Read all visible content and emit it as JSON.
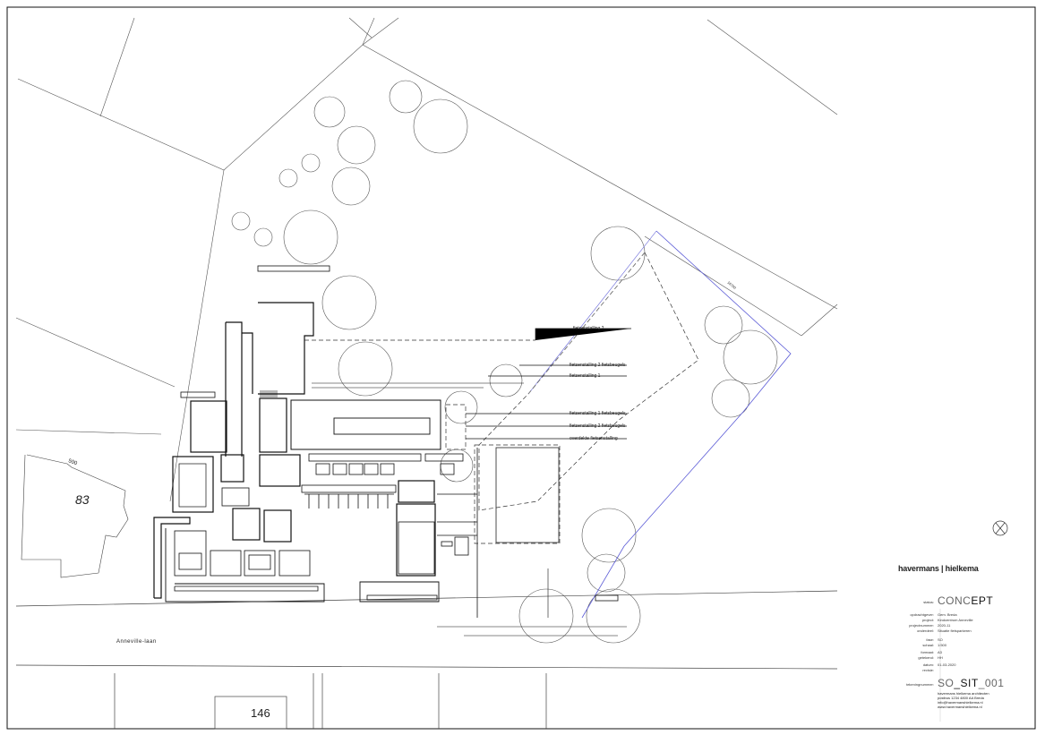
{
  "plan": {
    "lot_label_left": "83",
    "lot_label_left_small": "500",
    "lot_label_bottom": "146",
    "street_name": "Anneville-laan",
    "annotations": [
      "fietsenstalling 2",
      "fietsenstalling 2 fietsbeugels",
      "fietsenstalling 1",
      "fietsenstalling 1 fietsbeugels",
      "fietsenstalling 2 fietsbeugels",
      "overdekte fietsenstalling"
    ]
  },
  "title_block": {
    "firm": "havermans | hielkema",
    "status_label": "status:",
    "status_value_a": "CONC",
    "status_value_b": "EPT",
    "fields": [
      {
        "label": "opdrachtgever:",
        "value": "Gem. Breda"
      },
      {
        "label": "project:",
        "value": "Kindcentrum Anneville"
      },
      {
        "label": "projectnummer:",
        "value": "2020-11"
      },
      {
        "label": "onderdeel:",
        "value": "Situatie fietsparkeren"
      },
      {
        "label": "fase:",
        "value": "SO"
      },
      {
        "label": "schaal:",
        "value": "1:500"
      },
      {
        "label": "formaat:",
        "value": "A3"
      },
      {
        "label": "getekend:",
        "value": "HH"
      },
      {
        "label": "datum:",
        "value": "01-03-2020"
      },
      {
        "label": "revisie:",
        "value": ""
      }
    ],
    "drawing_number_label": "tekeningnummer:",
    "drawing_number_a": "SO",
    "drawing_number_b": "_SIT",
    "drawing_number_c": "_001",
    "notes": [
      "havermans hielkema architecten",
      "postbus 1234 4800 AA Breda",
      "info@havermanshielkema.nl",
      "www.havermanshielkema.nl"
    ]
  },
  "colors": {
    "line": "#111111",
    "thin_line": "#444444",
    "boundary": "#5b5bd6",
    "dashed": "#333333"
  }
}
